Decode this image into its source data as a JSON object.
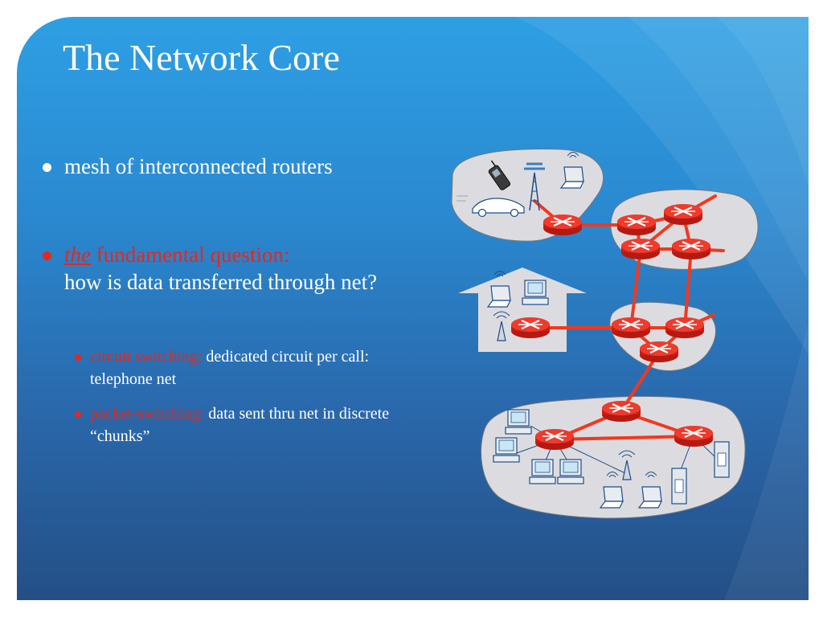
{
  "slide": {
    "title": "The Network Core",
    "bullets": [
      {
        "text": "mesh of interconnected routers"
      },
      {
        "emph": "the",
        "lead": " fundamental question:",
        "rest": "how is data transferred through net?",
        "sub": [
          {
            "label": "circuit switching:",
            "text": " dedicated circuit per call: telephone net"
          },
          {
            "label": "packet-switching:",
            "text": " data sent thru net in discrete “chunks”"
          }
        ]
      }
    ]
  },
  "colors": {
    "bg_top": "#2e9fe4",
    "bg_bottom": "#244f86",
    "text": "#ffffff",
    "accent_red": "#e8261c",
    "link": "#f2381e",
    "cloud": "#dcdce0",
    "router": "#e8261c"
  },
  "diagram": {
    "icons": [
      "cell-phone-icon",
      "laptop-icon",
      "car-icon",
      "antenna-tower-icon",
      "house-icon",
      "desktop-icon",
      "wireless-laptop-icon",
      "access-point-icon",
      "server-icon"
    ]
  }
}
